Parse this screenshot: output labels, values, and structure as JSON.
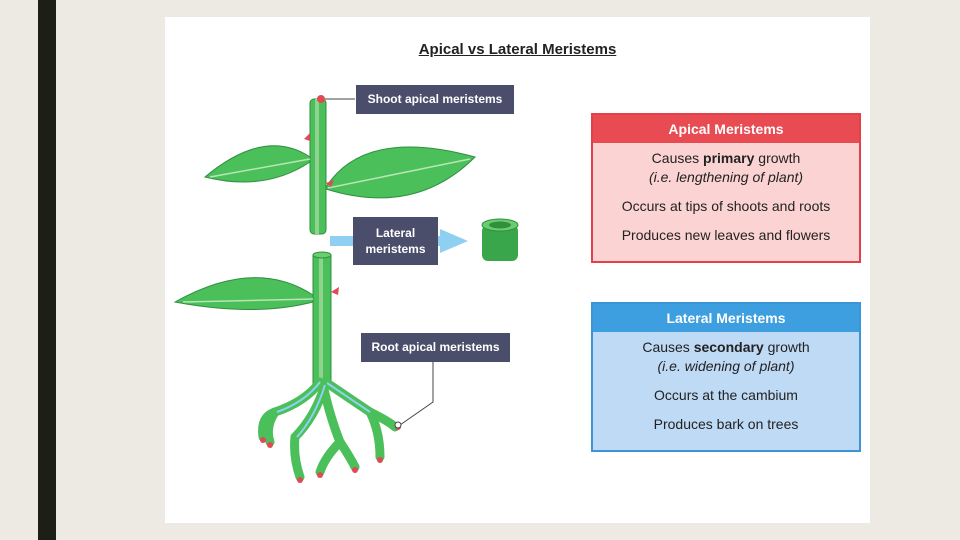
{
  "title": "Apical vs Lateral Meristems",
  "labels": {
    "shoot": "Shoot apical meristems",
    "lateral_line1": "Lateral",
    "lateral_line2": "meristems",
    "root": "Root apical meristems"
  },
  "apical_box": {
    "header": "Apical Meristems",
    "line1_pre": "Causes ",
    "line1_bold": "primary",
    "line1_post": " growth",
    "line2": "(i.e. lengthening of plant)",
    "line3": "Occurs at tips of shoots and roots",
    "line4": "Produces new leaves and flowers"
  },
  "lateral_box": {
    "header": "Lateral Meristems",
    "line1_pre": "Causes ",
    "line1_bold": "secondary",
    "line1_post": " growth",
    "line2": "(i.e. widening of plant)",
    "line3": "Occurs at the cambium",
    "line4": "Produces bark on trees"
  },
  "colors": {
    "apical_header": "#e94b53",
    "apical_body": "#fcd3d3",
    "lateral_header": "#3d9fe0",
    "lateral_body": "#bfdaf5",
    "label_bg": "#4a4e6a",
    "plant_green": "#4bbf5a",
    "tip_red": "#e04a55",
    "arrow_blue": "#8fd0f2"
  }
}
